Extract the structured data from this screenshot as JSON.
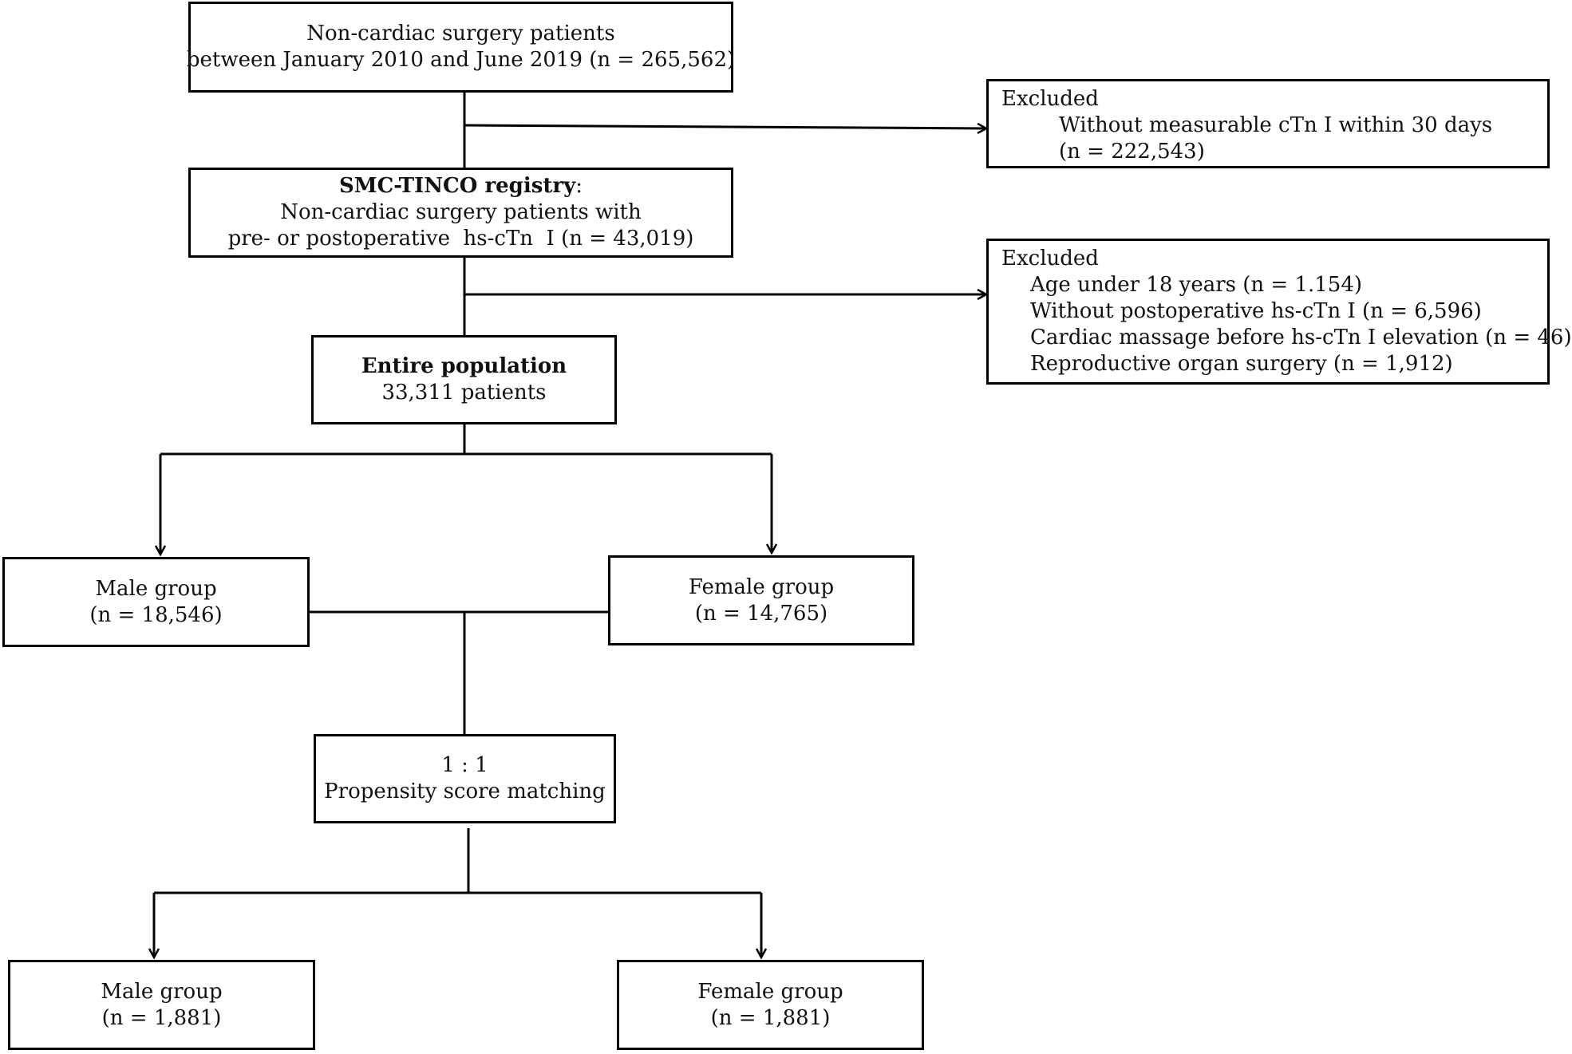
{
  "start": {
    "line1": "Non-cardiac surgery patients",
    "line2": "between January 2010 and June 2019 (n = 265,562)"
  },
  "exclusion1": {
    "heading": "Excluded",
    "line1": "Without measurable cTn I within 30 days",
    "line2": "(n = 222,543)"
  },
  "registry": {
    "name": "SMC-TINCO registry",
    "colon": ":",
    "line2": "Non-cardiac surgery patients with",
    "line3": "pre- or postoperative  hs-cTn  I (n = 43,019)"
  },
  "exclusion2": {
    "heading": "Excluded",
    "items": [
      "Age under 18 years (n = 1.154)",
      "Without postoperative hs-cTn I (n = 6,596)",
      "Cardiac massage before hs-cTn I elevation (n = 46)",
      "Reproductive organ surgery (n = 1,912)"
    ]
  },
  "entire": {
    "title": "Entire population",
    "count": "33,311 patients"
  },
  "groups": {
    "male": {
      "label": "Male group",
      "n": "(n = 18,546)"
    },
    "female": {
      "label": "Female group",
      "n": "(n = 14,765)"
    }
  },
  "matching": {
    "ratio": "1 : 1",
    "label": "Propensity score matching"
  },
  "matched": {
    "male": {
      "label": "Male group",
      "n": "(n = 1,881)"
    },
    "female": {
      "label": "Female group",
      "n": "(n = 1,881)"
    }
  }
}
